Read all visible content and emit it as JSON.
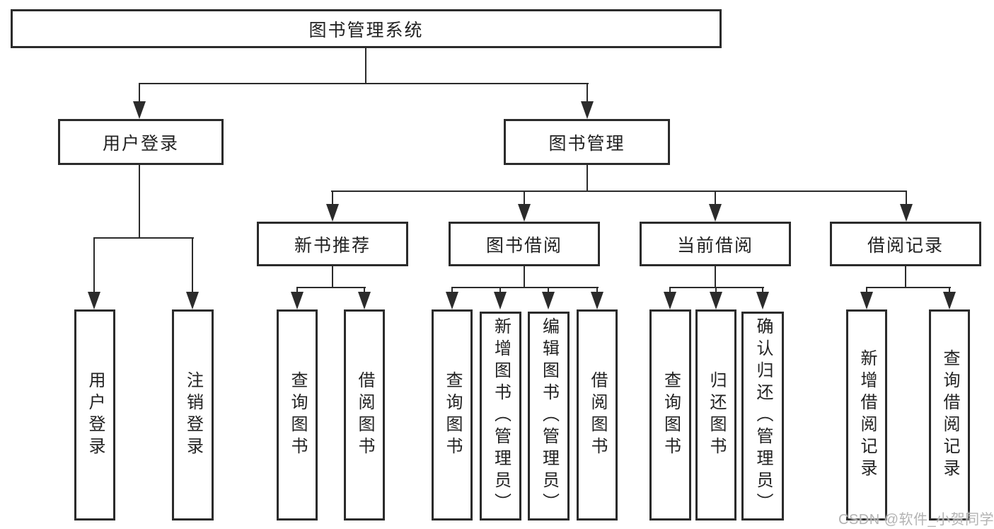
{
  "tree": {
    "root": {
      "label": "图书管理系统"
    },
    "branches": [
      {
        "label": "用户登录",
        "children": [
          {
            "label": "用户登录"
          },
          {
            "label": "注销登录"
          }
        ]
      },
      {
        "label": "图书管理",
        "children": [
          {
            "label": "新书推荐",
            "children": [
              {
                "label": "查询图书"
              },
              {
                "label": "借阅图书"
              }
            ]
          },
          {
            "label": "图书借阅",
            "children": [
              {
                "label": "查询图书"
              },
              {
                "label": "新增图书（管理员）"
              },
              {
                "label": "编辑图书（管理员）"
              },
              {
                "label": "借阅图书"
              }
            ]
          },
          {
            "label": "当前借阅",
            "children": [
              {
                "label": "查询图书"
              },
              {
                "label": "归还图书"
              },
              {
                "label": "确认归还（管理员）"
              }
            ]
          },
          {
            "label": "借阅记录",
            "children": [
              {
                "label": "新增借阅记录"
              },
              {
                "label": "查询借阅记录"
              }
            ]
          }
        ]
      }
    ]
  },
  "watermark": {
    "text": "CSDN @软件_小贺同学"
  },
  "colors": {
    "line": "#2b2b2b",
    "box_border": "#2b2b2b",
    "text": "#222222",
    "watermark": "#b3b3b3",
    "background": "#ffffff"
  }
}
